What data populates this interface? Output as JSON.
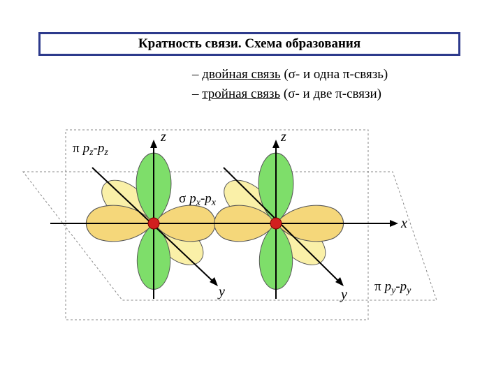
{
  "title": "Кратность связи. Схема образования",
  "bond_lines": [
    {
      "dash": "–",
      "prefix": "двойная",
      "rest": " связь",
      "detail": " (σ- и одна π-связь)"
    },
    {
      "dash": "–",
      "prefix": "тройная",
      "rest": " связь",
      "detail": " (σ- и две π-связи)"
    }
  ],
  "diagram": {
    "label_pi_z": "π",
    "label_pz1": "p",
    "label_pz1_sub": "z",
    "label_pz_dash": "-",
    "label_pz2": "p",
    "label_pz2_sub": "z",
    "label_sigma": "σ",
    "label_px1": "p",
    "label_px1_sub": "x",
    "label_px_dash": "-",
    "label_px2": "p",
    "label_px2_sub": "x",
    "label_pi_y": "π",
    "label_py1": "p",
    "label_py1_sub": "y",
    "label_py_dash": "-",
    "label_py2": "p",
    "label_py2_sub": "y",
    "axis_z_left": "z",
    "axis_z_right": "z",
    "axis_x": "x",
    "axis_y_left": "y",
    "axis_y_right": "y"
  },
  "colors": {
    "title_border": "#2d3a8c",
    "pz_lobe_fill": "#7ede6a",
    "px_lobe_fill": "#f5d77a",
    "py_lobe_fill": "#faf0a8",
    "nucleus": "#d11f1f"
  }
}
